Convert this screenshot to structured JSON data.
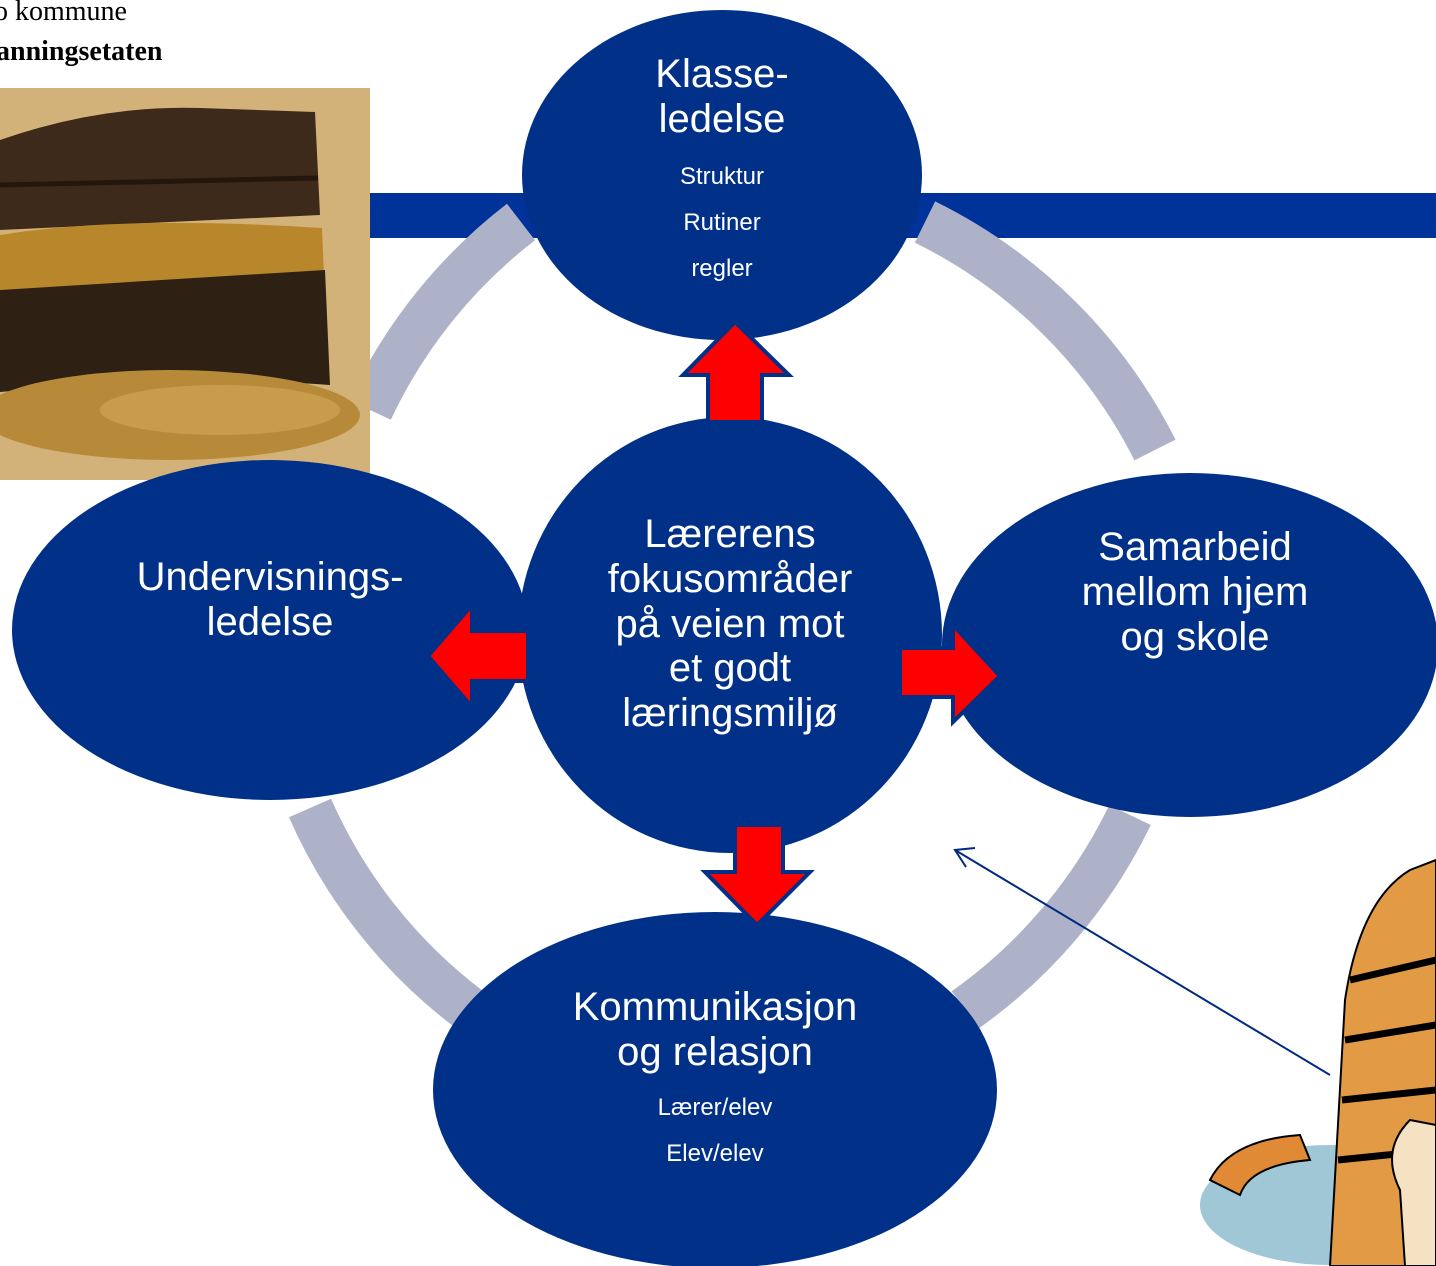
{
  "header": {
    "line1": "o kommune",
    "line2": "anningsetaten"
  },
  "nodes": {
    "top": {
      "title_lines": [
        "Klasse-",
        "ledelse"
      ],
      "items": [
        "Struktur",
        "Rutiner",
        "regler"
      ]
    },
    "left": {
      "title_lines": [
        "Undervisnings-",
        "ledelse"
      ]
    },
    "center": {
      "title_lines": [
        "Lærerens",
        "fokusområder",
        "på veien mot",
        "et godt",
        "læringsmiljø"
      ]
    },
    "right": {
      "title_lines": [
        "Samarbeid",
        "mellom hjem",
        "og skole"
      ]
    },
    "bottom": {
      "title_lines": [
        "Kommunikasjon",
        "og relasjon"
      ],
      "items": [
        "Lærer/elev",
        "Elev/elev"
      ]
    }
  },
  "colors": {
    "ellipse": "#003087",
    "ring": "#aeb2c8",
    "band": "#003399",
    "arrow_fill": "#ff0000",
    "arrow_stroke": "#003087"
  },
  "images": {
    "treasure": "treasure-chest-photo",
    "tiger": "cartoon-tiger-illustration"
  }
}
